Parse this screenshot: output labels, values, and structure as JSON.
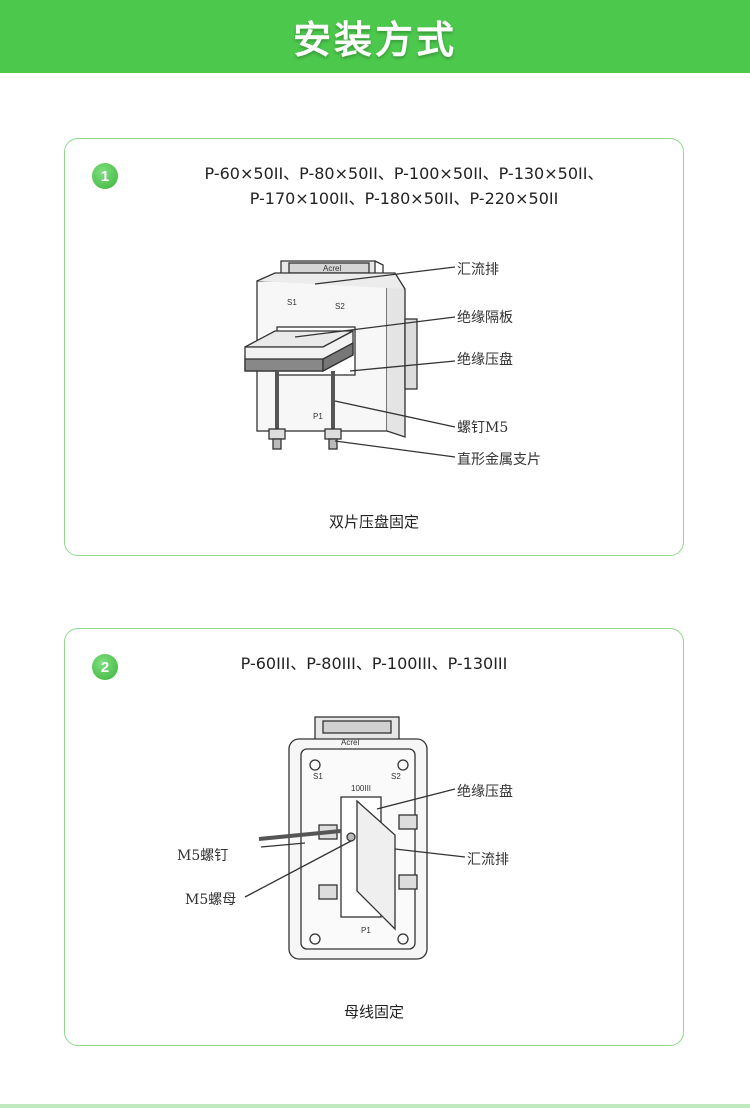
{
  "header": {
    "title": "安装方式"
  },
  "method1": {
    "number": "1",
    "models_line1": "P-60×50II、P-80×50II、P-100×50II、P-130×50II、",
    "models_line2": "P-170×100II、P-180×50II、P-220×50II",
    "caption": "双片压盘固定",
    "labels": {
      "busbar": "汇流排",
      "insulating_plate": "绝缘隔板",
      "insulating_clamp": "绝缘压盘",
      "screw": "螺钉M5",
      "bracket": "直形金属支片"
    },
    "device_marks": {
      "s1": "S1",
      "s2": "S2",
      "p1": "P1",
      "brand": "Acrel"
    }
  },
  "method2": {
    "number": "2",
    "models": "P-60III、P-80III、P-100III、P-130III",
    "caption": "母线固定",
    "labels": {
      "insulating_clamp": "绝缘压盘",
      "busbar": "汇流排",
      "screw": "M5螺钉",
      "nut": "M5螺母"
    },
    "device_marks": {
      "s1": "S1",
      "s2": "S2",
      "p1": "P1",
      "brand": "Acrel",
      "rating": "100III"
    }
  }
}
